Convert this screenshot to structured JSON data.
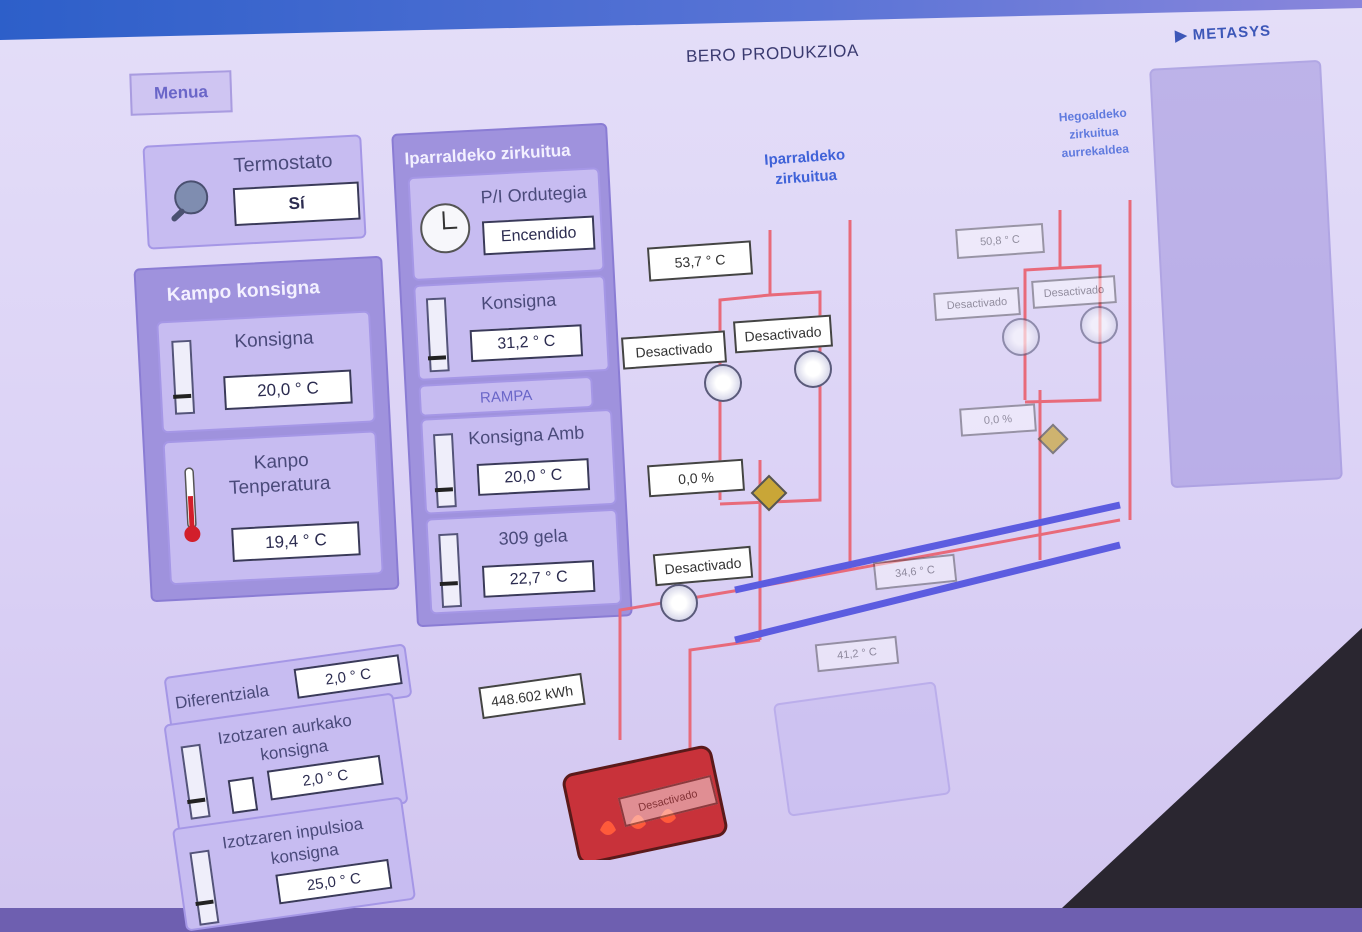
{
  "header": {
    "title": "BERO PRODUKZIOA",
    "logo": "METASYS"
  },
  "menu": {
    "label": "Menua"
  },
  "termostato": {
    "label": "Termostato",
    "value": "Sí",
    "icon": "thermostat-knob-icon"
  },
  "kampo": {
    "title": "Kampo konsigna",
    "konsigna_label": "Konsigna",
    "konsigna_value": "20,0 ° C",
    "kanpo_label_1": "Kanpo",
    "kanpo_label_2": "Tenperatura",
    "kanpo_value": "19,4 ° C"
  },
  "iparralde_panel": {
    "title": "Iparraldeko zirkuitua",
    "ordutegia_label": "P/I Ordutegia",
    "ordutegia_value": "Encendido",
    "konsigna_label": "Konsigna",
    "konsigna_value": "31,2 ° C",
    "rampa_label": "RAMPA",
    "konsigna_amb_label": "Konsigna Amb",
    "konsigna_amb_value": "20,0 ° C",
    "gela_label": "309 gela",
    "gela_value": "22,7 ° C"
  },
  "bottom_left": {
    "diferentziala_label": "Diferentziala",
    "diferentziala_value": "2,0 ° C",
    "aurkako_label_1": "Izotzaren aurkako",
    "aurkako_label_2": "konsigna",
    "aurkako_value": "2,0 ° C",
    "inpulsioa_label_1": "Izotzaren inpulsioa",
    "inpulsioa_label_2": "konsigna",
    "inpulsioa_value": "25,0 ° C"
  },
  "diagram": {
    "iparralde_label_1": "Iparraldeko",
    "iparralde_label_2": "zirkuitua",
    "hegoalde_label_1": "Hegoaldeko",
    "hegoalde_label_2": "zirkuitua",
    "hegoalde_label_3": "aurrekaldea",
    "temp_north": "53,7 ° C",
    "temp_south": "50,8 ° C",
    "valve_north": "0,0 %",
    "valve_south": "0,0 %",
    "pump_state": "Desactivado",
    "energy": "448.602 kWh",
    "temp_collector": "34,6 ° C",
    "temp_return": "41,2 ° C"
  },
  "levels": {
    "kampo_konsigna_slider": 0.75,
    "kanpo_thermometer": 0.35,
    "iparralde_konsigna_slider": 0.8,
    "konsigna_amb_slider": 0.75,
    "gela_slider": 0.65,
    "aurkako_slider": 0.75,
    "inpulsioa_slider": 0.7
  },
  "colors": {
    "hot_pipe": "#e86a7a",
    "cold_pipe": "#5c5ce0",
    "panel": "#c7bcf1",
    "accent": "#3f62d8"
  }
}
